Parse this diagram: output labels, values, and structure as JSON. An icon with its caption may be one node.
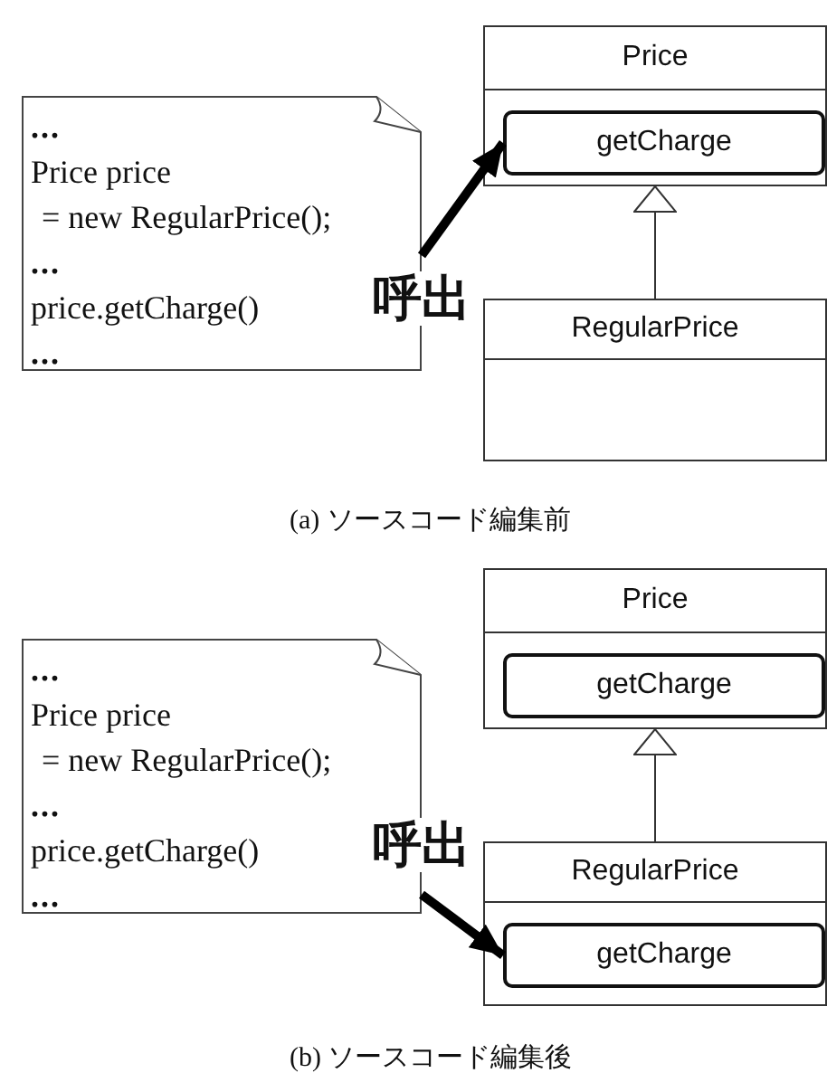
{
  "diagram": {
    "nodes": [
      {
        "text": [
          "...",
          "Price price",
          "= new RegularPrice();",
          "...",
          "price.getCharge()",
          "..."
        ]
      },
      {
        "text": [
          "Price"
        ]
      },
      {
        "text": [
          "getCharge"
        ],
        "in": 1
      },
      {
        "text": [
          "RegularPrice"
        ]
      },
      {
        "text": [
          "...",
          "Price price",
          "= new RegularPrice();",
          "...",
          "price.getCharge()",
          "..."
        ]
      },
      {
        "text": [
          "Price"
        ]
      },
      {
        "text": [
          "getCharge"
        ],
        "in": 5
      },
      {
        "text": [
          "RegularPrice"
        ]
      },
      {
        "text": [
          "getCharge"
        ],
        "in": 7
      }
    ],
    "edges": [
      {
        "from": 0,
        "to": 2,
        "arrow": "to",
        "label": "呼出",
        "style": "thick"
      },
      {
        "from": 3,
        "to": 1,
        "arrow": "to"
      },
      {
        "from": 4,
        "to": 8,
        "arrow": "to",
        "label": "呼出",
        "style": "thick"
      },
      {
        "from": 7,
        "to": 5,
        "arrow": "to"
      }
    ],
    "labels": [
      "(a) ソースコード編集前",
      "(b) ソースコード編集後"
    ]
  }
}
